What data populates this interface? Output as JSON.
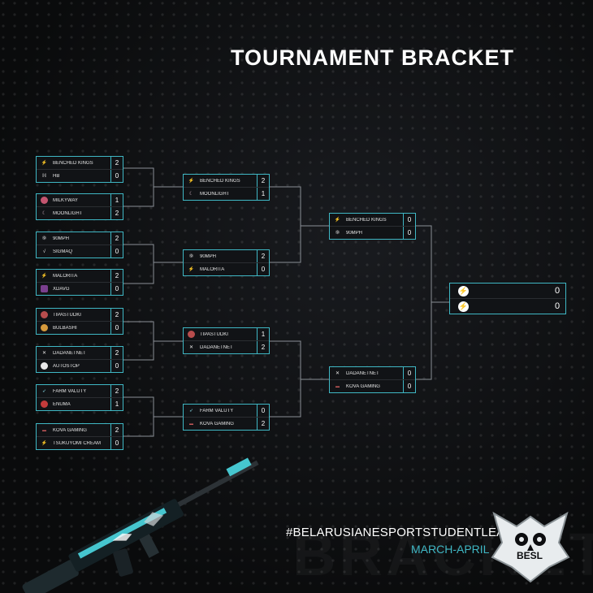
{
  "title": "TOURNAMENT BRACKET",
  "round1": [
    {
      "teams": [
        {
          "name": "BENCHED KINGS",
          "score": "2",
          "icon": "bolt-icon"
        },
        {
          "name": "HB",
          "score": "0",
          "icon": "hb-logo-icon"
        }
      ]
    },
    {
      "teams": [
        {
          "name": "MILKYWAY",
          "score": "1",
          "icon": "milkyway-logo-icon"
        },
        {
          "name": "MOONLIGHT",
          "score": "2",
          "icon": "moonlight-logo-icon"
        }
      ]
    },
    {
      "teams": [
        {
          "name": "90MPH",
          "score": "2",
          "icon": "90mph-logo-icon"
        },
        {
          "name": "SIGMAQ",
          "score": "0",
          "icon": "sigmaq-logo-icon"
        }
      ]
    },
    {
      "teams": [
        {
          "name": "MALORITA",
          "score": "2",
          "icon": "bolt-icon"
        },
        {
          "name": "XDAVG",
          "score": "0",
          "icon": "xdavg-logo-icon"
        }
      ]
    },
    {
      "teams": [
        {
          "name": "TIPASTUDKI",
          "score": "2",
          "icon": "tipastudki-logo-icon"
        },
        {
          "name": "BULBASHI",
          "score": "0",
          "icon": "bulbashi-logo-icon"
        }
      ]
    },
    {
      "teams": [
        {
          "name": "DADANETNET",
          "score": "2",
          "icon": "x-logo-icon"
        },
        {
          "name": "AUTOSTOP",
          "score": "0",
          "icon": "autostop-logo-icon"
        }
      ]
    },
    {
      "teams": [
        {
          "name": "FARM VALUTY",
          "score": "2",
          "icon": "farm-logo-icon"
        },
        {
          "name": "ENUMA",
          "score": "1",
          "icon": "enuma-logo-icon"
        }
      ]
    },
    {
      "teams": [
        {
          "name": "KOVA GAMING",
          "score": "2",
          "icon": "kova-logo-icon"
        },
        {
          "name": "TSUKUYOMI CREAM",
          "score": "0",
          "icon": "bolt-icon"
        }
      ]
    }
  ],
  "round2": [
    {
      "teams": [
        {
          "name": "BENCHED KINGS",
          "score": "2",
          "icon": "bolt-icon"
        },
        {
          "name": "MOONLIGHT",
          "score": "1",
          "icon": "moonlight-logo-icon"
        }
      ]
    },
    {
      "teams": [
        {
          "name": "90MPH",
          "score": "2",
          "icon": "90mph-logo-icon"
        },
        {
          "name": "MALORITA",
          "score": "0",
          "icon": "bolt-icon"
        }
      ]
    },
    {
      "teams": [
        {
          "name": "TIPASTUDKI",
          "score": "1",
          "icon": "tipastudki-logo-icon"
        },
        {
          "name": "DADANETNET",
          "score": "2",
          "icon": "x-logo-icon"
        }
      ]
    },
    {
      "teams": [
        {
          "name": "FARM VALUTY",
          "score": "0",
          "icon": "farm-logo-icon"
        },
        {
          "name": "KOVA GAMING",
          "score": "2",
          "icon": "kova-logo-icon"
        }
      ]
    }
  ],
  "round3": [
    {
      "teams": [
        {
          "name": "BENCHED KINGS",
          "score": "0",
          "icon": "bolt-icon"
        },
        {
          "name": "90MPH",
          "score": "0",
          "icon": "90mph-logo-icon"
        }
      ]
    },
    {
      "teams": [
        {
          "name": "DADANETNET",
          "score": "0",
          "icon": "x-logo-icon"
        },
        {
          "name": "KOVA GAMING",
          "score": "0",
          "icon": "kova-logo-icon"
        }
      ]
    }
  ],
  "final": {
    "teams": [
      {
        "name": "",
        "score": "0",
        "icon": "bolt-icon"
      },
      {
        "name": "",
        "score": "0",
        "icon": "bolt-icon"
      }
    ]
  },
  "hashtag": "#BELARUSIANESPORTSTUDENTLEAGUE",
  "dates": "MARCH-APRIL",
  "watermark": "BRACKET",
  "brand": "BESL",
  "colors": {
    "accent": "#3fb7c4",
    "background": "#0c0d0f",
    "line": "#8a8f96"
  }
}
